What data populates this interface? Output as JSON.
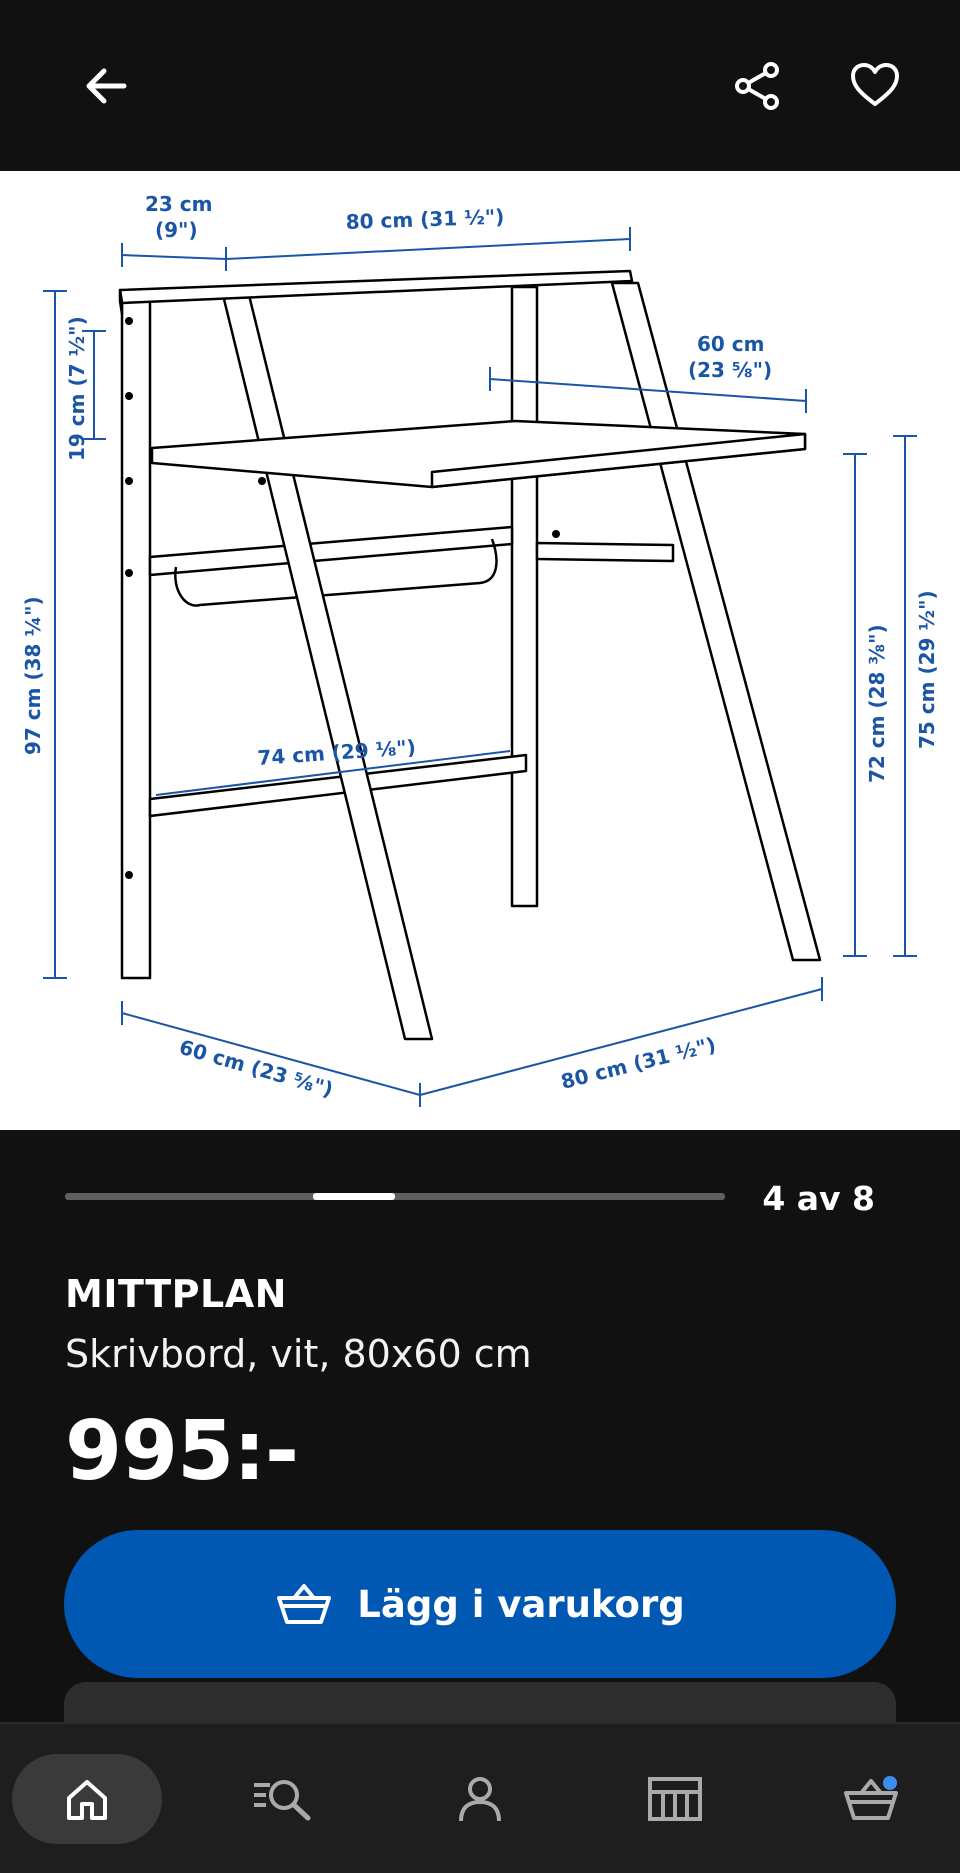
{
  "topbar": {
    "back_icon": "arrow-left-icon",
    "share_icon": "share-icon",
    "favorite_icon": "heart-icon"
  },
  "gallery": {
    "dimensions": {
      "top_depth_cm": "23 cm",
      "top_depth_in": "(9\")",
      "top_width": "80 cm (31 ½\")",
      "desk_depth_cm": "60 cm",
      "desk_depth_in": "(23 ⅝\")",
      "shelf_gap": "19 cm (7 ½\")",
      "total_height": "97 cm (38 ¼\")",
      "inner_width": "74 cm (29 ⅛\")",
      "desk_height_72": "72 cm (28 ⅜\")",
      "desk_height_75": "75 cm (29 ½\")",
      "base_depth": "60 cm (23 ⅝\")",
      "base_width": "80 cm (31 ½\")"
    },
    "current_index": 4,
    "total": 8,
    "counter_label": "4 av 8"
  },
  "product": {
    "name": "MITTPLAN",
    "description": "Skrivbord, vit, 80x60 cm",
    "price": "995:-"
  },
  "actions": {
    "add_to_cart_label": "Lägg i varukorg",
    "add_to_cart_icon": "basket-icon"
  },
  "bottom_nav": {
    "items": [
      {
        "id": "home",
        "icon": "home-icon",
        "active": true
      },
      {
        "id": "search",
        "icon": "search-list-icon"
      },
      {
        "id": "profile",
        "icon": "person-icon"
      },
      {
        "id": "store",
        "icon": "store-icon"
      },
      {
        "id": "cart",
        "icon": "cart-icon",
        "badge_color": "#3b8ef0"
      }
    ]
  },
  "colors": {
    "background": "#111111",
    "accent": "#0058b3",
    "dimension_blue": "#1b56a6"
  }
}
